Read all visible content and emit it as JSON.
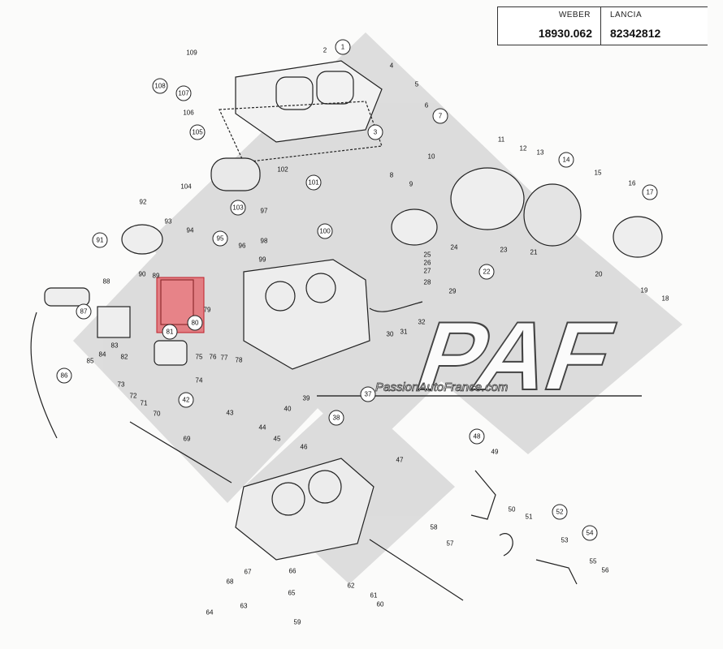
{
  "header": {
    "col1_label": "WEBER",
    "col1_value": "18930.062",
    "col2_label": "LANCIA",
    "col2_value": "82342812"
  },
  "watermark": {
    "logo_text": "PAF",
    "tagline": "PassionAutoFrance.com"
  },
  "highlight_color": "#e8323a",
  "circled_labels": [
    "1",
    "3",
    "7",
    "14",
    "17",
    "22",
    "37",
    "38",
    "42",
    "48",
    "52",
    "54",
    "80",
    "81",
    "86",
    "87",
    "91",
    "95",
    "100",
    "101",
    "103",
    "105",
    "107",
    "108"
  ],
  "plain_labels": [
    "2",
    "4",
    "5",
    "6",
    "8",
    "9",
    "10",
    "11",
    "12",
    "13",
    "15",
    "16",
    "18",
    "19",
    "20",
    "21",
    "23",
    "24",
    "25",
    "26",
    "27",
    "28",
    "29",
    "30",
    "31",
    "32",
    "39",
    "40",
    "43",
    "44",
    "45",
    "46",
    "47",
    "49",
    "50",
    "51",
    "53",
    "55",
    "56",
    "57",
    "58",
    "59",
    "60",
    "61",
    "62",
    "63",
    "64",
    "65",
    "66",
    "67",
    "68",
    "69",
    "70",
    "71",
    "72",
    "73",
    "74",
    "75",
    "76",
    "77",
    "78",
    "79",
    "82",
    "83",
    "84",
    "85",
    "88",
    "89",
    "90",
    "92",
    "93",
    "94",
    "96",
    "97",
    "98",
    "99",
    "102",
    "104",
    "106",
    "109"
  ]
}
